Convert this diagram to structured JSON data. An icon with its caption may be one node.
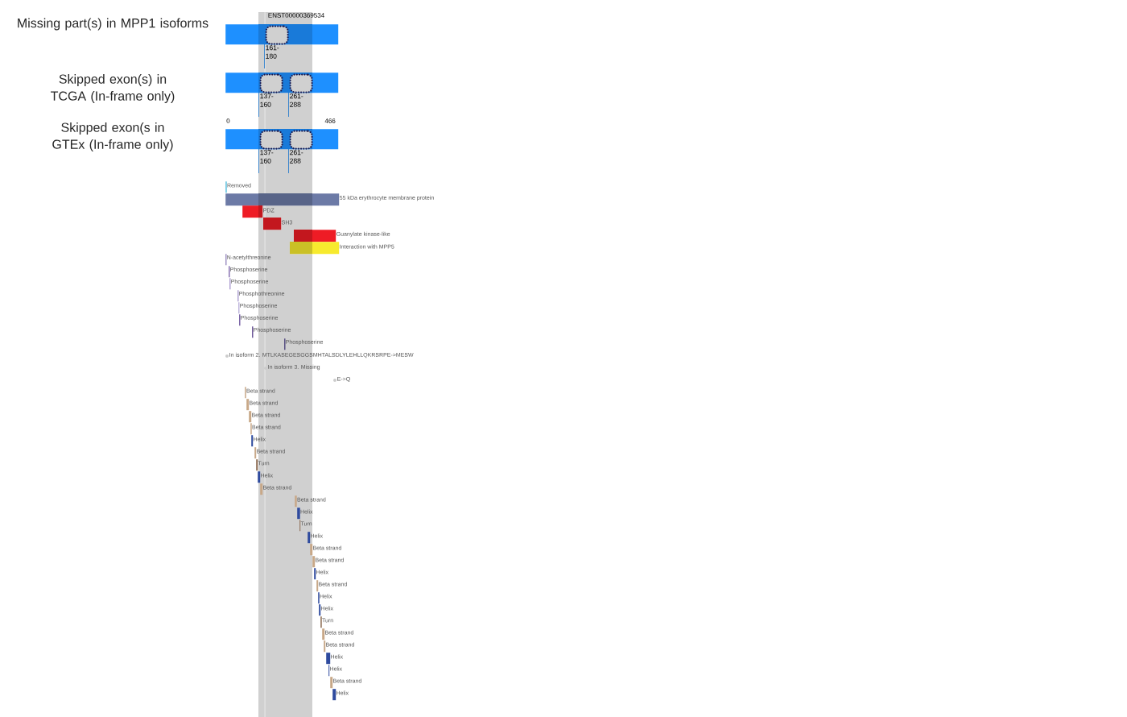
{
  "diagram": {
    "nodes": [
      {
        "text": [
          "Missing part(s) in MPP1 isoforms"
        ]
      },
      {
        "text": [
          "Skipped exon(s) in TCGA (In-frame only)"
        ]
      },
      {
        "text": [
          "Skipped exon(s in GTEx (In-frame only)"
        ]
      },
      {
        "text": [],
        "shape": "box",
        "in": 0,
        "beside": [
          "161- 180"
        ]
      },
      {
        "text": [],
        "shape": "box",
        "in": 1,
        "beside": [
          "137- 160"
        ]
      },
      {
        "text": [],
        "shape": "box",
        "in": 1,
        "beside": [
          "261- 288"
        ]
      },
      {
        "text": [],
        "shape": "box",
        "in": 2,
        "beside": [
          "137- 160"
        ]
      },
      {
        "text": [],
        "shape": "box",
        "in": 2,
        "beside": [
          "261- 288"
        ]
      },
      {
        "text": [
          "Removed"
        ]
      },
      {
        "text": [
          "55 kDa erythrocyte membrane protein"
        ]
      },
      {
        "text": [
          "PDZ"
        ]
      },
      {
        "text": [
          "SH3"
        ]
      },
      {
        "text": [
          "Guanylate kinase-like"
        ]
      },
      {
        "text": [
          "Interaction with MPP5"
        ]
      },
      {
        "text": [
          "N-acetylthreonine"
        ]
      },
      {
        "text": [
          "Phosphoserine"
        ]
      },
      {
        "text": [
          "Phosphoserine"
        ]
      },
      {
        "text": [
          "Phosphothreonine"
        ]
      },
      {
        "text": [
          "Phosphoserine"
        ]
      },
      {
        "text": [
          "Phosphoserine"
        ]
      },
      {
        "text": [
          "Phosphoserine"
        ]
      },
      {
        "text": [
          "Phosphoserine"
        ]
      },
      {
        "text": [
          "In isoform 2. MTLKASEGESGGSMHTALSDLYLEHLLQKRSRPE->MESW"
        ]
      },
      {
        "text": [
          "In isoform 3. Missing"
        ]
      },
      {
        "text": [
          "E->Q"
        ]
      },
      {
        "text": [
          "Beta strand"
        ]
      },
      {
        "text": [
          "Beta strand"
        ]
      },
      {
        "text": [
          "Beta strand"
        ]
      },
      {
        "text": [
          "Beta strand"
        ]
      },
      {
        "text": [
          "Helix"
        ]
      },
      {
        "text": [
          "Beta strand"
        ]
      },
      {
        "text": [
          "Turn"
        ]
      },
      {
        "text": [
          "Helix"
        ]
      },
      {
        "text": [
          "Beta strand"
        ]
      },
      {
        "text": [
          "Beta strand"
        ]
      },
      {
        "text": [
          "Helix"
        ]
      },
      {
        "text": [
          "Turn"
        ]
      },
      {
        "text": [
          "Helix"
        ]
      },
      {
        "text": [
          "Beta strand"
        ]
      },
      {
        "text": [
          "Beta strand"
        ]
      },
      {
        "text": [
          "Helix"
        ]
      },
      {
        "text": [
          "Beta strand"
        ]
      },
      {
        "text": [
          "Helix"
        ]
      },
      {
        "text": [
          "Helix"
        ]
      },
      {
        "text": [
          "Turn"
        ]
      },
      {
        "text": [
          "Beta strand"
        ]
      },
      {
        "text": [
          "Beta strand"
        ]
      },
      {
        "text": [
          "Helix"
        ]
      },
      {
        "text": [
          "Helix"
        ]
      },
      {
        "text": [
          "Beta strand"
        ]
      },
      {
        "text": [
          "Helix"
        ]
      }
    ],
    "labels": [
      "ENST00000369534",
      "0",
      "466"
    ]
  }
}
